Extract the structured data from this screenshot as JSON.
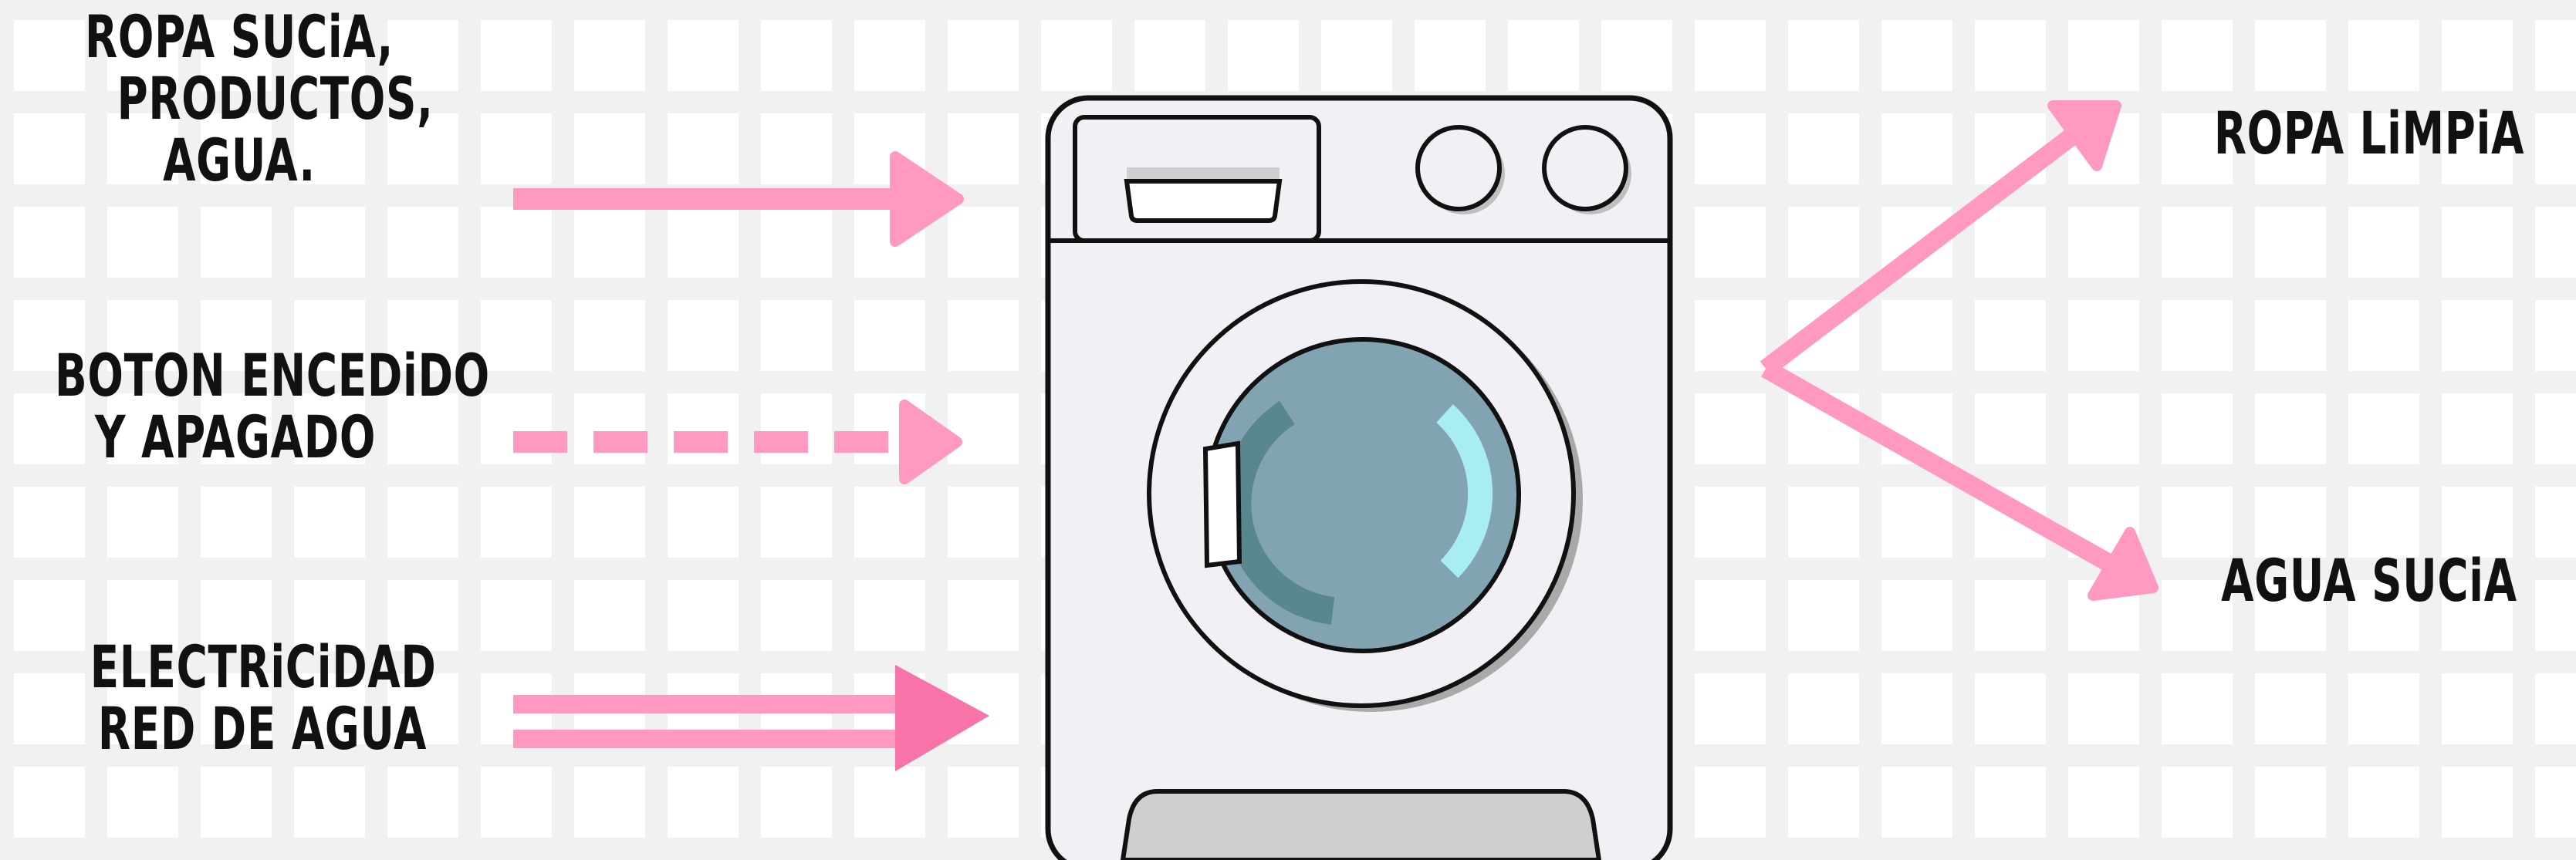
{
  "inputs": {
    "materials": [
      "ROPA SUCiA,",
      "PRODUCTOS,",
      "AGUA."
    ],
    "control": [
      "BOTON ENCEDiDO",
      "Y APAGADO"
    ],
    "resources": [
      "ELECTRiCiDAD",
      "RED DE AGUA"
    ]
  },
  "outputs": {
    "clean_clothes": "ROPA LiMPiA",
    "dirty_water": "AGUA SUCiA"
  },
  "colors": {
    "arrow": "#ff99c2",
    "arrow_head_dark": "#f773a8",
    "machine_body": "#f3f0f5",
    "drum": "#82a4b2",
    "drum_shade": "#58878f",
    "drum_highlight": "#a8edf2",
    "base": "#cfcfcf",
    "outline": "#111111"
  },
  "icons": [
    "washing-machine-icon"
  ]
}
